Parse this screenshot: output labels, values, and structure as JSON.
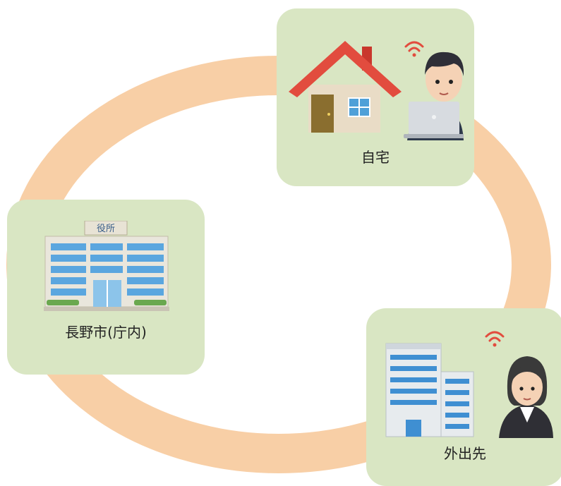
{
  "locations": {
    "home": {
      "label": "自宅",
      "icons": [
        "house-icon",
        "wifi-icon",
        "person-laptop-icon"
      ]
    },
    "office": {
      "label": "長野市(庁内)",
      "sign": "役所",
      "icons": [
        "city-hall-icon"
      ]
    },
    "outside": {
      "label": "外出先",
      "icons": [
        "office-building-icon",
        "wifi-icon",
        "woman-icon"
      ]
    }
  },
  "colors": {
    "ring": "#f8cfa6",
    "card": "#d9e6c3",
    "roof": "#e24c3e",
    "wall": "#e9dcc6",
    "door": "#8a6e2f",
    "window": "#4fa0d8",
    "wifi": "#e24c3e"
  }
}
